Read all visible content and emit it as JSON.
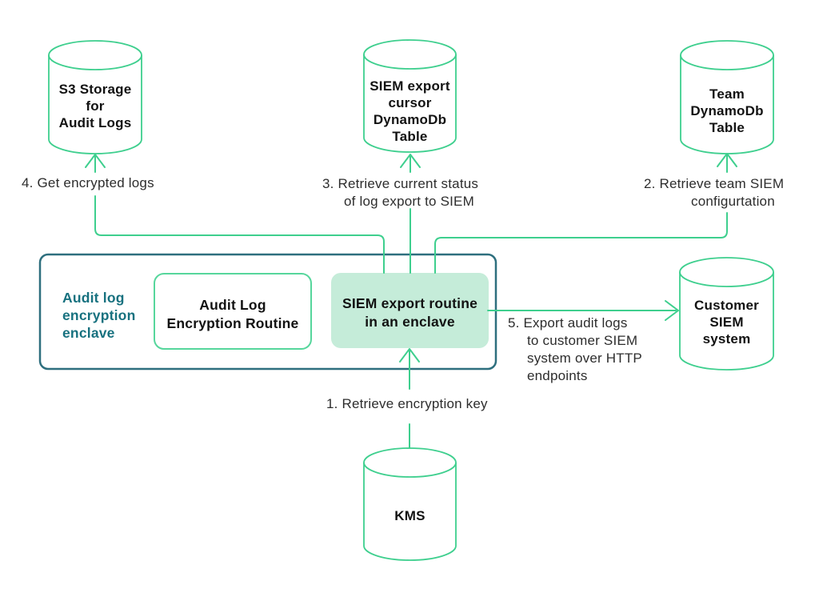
{
  "colors": {
    "connector_green": "#3ecf8e",
    "cylinder_stroke": "#3ecf8e",
    "routine_box_border": "#56d69c",
    "export_box_fill": "#c5ecd9",
    "enclave_border": "#2e6f7e",
    "enclave_label_text": "#17717f",
    "node_text": "#121212",
    "step_text": "#2d2d2d",
    "background": "#ffffff"
  },
  "nodes": {
    "s3_storage": {
      "type": "cylinder",
      "lines": [
        "S3 Storage",
        "for",
        "Audit Logs"
      ]
    },
    "siem_export_cursor": {
      "type": "cylinder",
      "lines": [
        "SIEM export",
        "cursor",
        "DynamoDb",
        "Table"
      ]
    },
    "team_dynamodb": {
      "type": "cylinder",
      "lines": [
        "Team",
        "DynamoDb",
        "Table"
      ]
    },
    "customer_siem": {
      "type": "cylinder",
      "lines": [
        "Customer",
        "SIEM",
        "system"
      ]
    },
    "kms": {
      "type": "cylinder",
      "lines": [
        "KMS"
      ]
    },
    "enclave": {
      "type": "container",
      "lines": [
        "Audit log",
        "encryption",
        "enclave"
      ]
    },
    "audit_log_encryption_routine": {
      "type": "box",
      "lines": [
        "Audit Log",
        "Encryption Routine"
      ]
    },
    "siem_export_routine": {
      "type": "box",
      "lines": [
        "SIEM export routine",
        "in an enclave"
      ]
    }
  },
  "steps": {
    "s1": {
      "lines": [
        "1. Retrieve encryption key"
      ]
    },
    "s2": {
      "lines": [
        "2. Retrieve team SIEM",
        "configurtation"
      ]
    },
    "s3": {
      "lines": [
        "3. Retrieve current status",
        "of log export to SIEM"
      ]
    },
    "s4": {
      "lines": [
        "4. Get encrypted logs"
      ]
    },
    "s5": {
      "lines": [
        "5. Export audit logs",
        "to customer SIEM",
        "system over HTTP",
        "endpoints"
      ]
    }
  },
  "edges": [
    {
      "from": "kms",
      "to": "siem_export_routine",
      "label": "1. Retrieve encryption key"
    },
    {
      "from": "siem_export_routine",
      "to": "team_dynamodb",
      "label": "2. Retrieve team SIEM configurtation"
    },
    {
      "from": "siem_export_routine",
      "to": "siem_export_cursor",
      "label": "3. Retrieve current status of log export to SIEM"
    },
    {
      "from": "siem_export_routine",
      "to": "s3_storage",
      "label": "4. Get encrypted logs"
    },
    {
      "from": "siem_export_routine",
      "to": "customer_siem",
      "label": "5. Export audit logs to customer SIEM system over HTTP endpoints"
    }
  ]
}
